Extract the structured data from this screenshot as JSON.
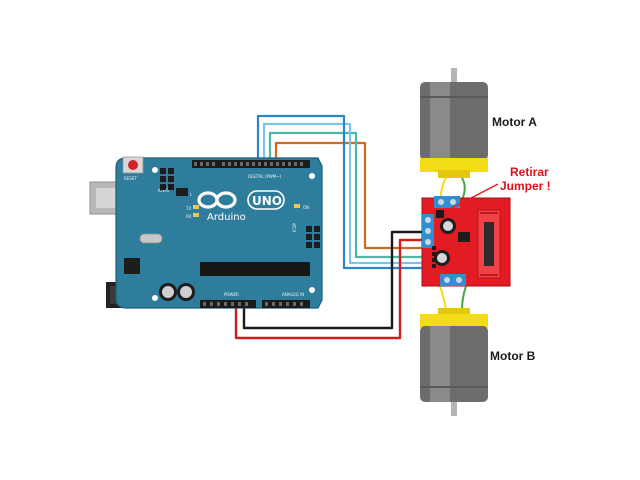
{
  "labels": {
    "motor_a": "Motor A",
    "motor_b": "Motor B",
    "warning_line1": "Retirar",
    "warning_line2": "Jumper !"
  },
  "board": {
    "brand": "Arduino",
    "model": "UNO",
    "reset": "RESET",
    "digital": "DIGITAL (PWM~)",
    "power": "POWER",
    "analog": "ANALOG IN",
    "icsp": "ICSP",
    "icsp2": "ICSP2",
    "tx": "TX",
    "rx": "RX",
    "l": "L",
    "on": "ON"
  },
  "colors": {
    "board": "#2f7d9c",
    "driver": "#e31b23",
    "wire_red": "#d41c1c",
    "wire_black": "#1b1b1b",
    "wire_orange": "#cc6b1e",
    "wire_blue": "#2a86c8",
    "wire_lightblue": "#7fc4e8",
    "wire_teal": "#4fb7a6",
    "motor_body": "#6d6d6d",
    "motor_cap": "#f2dc16"
  }
}
